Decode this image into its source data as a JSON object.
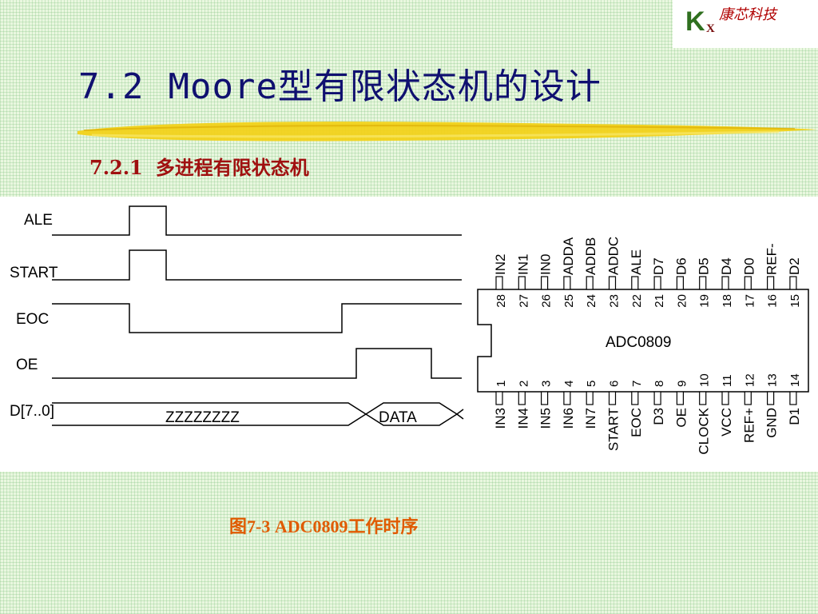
{
  "logo": {
    "mark": "K",
    "sub": "X",
    "brand": "康芯科技"
  },
  "title": {
    "number": "7.2",
    "text": "Moore型有限状态机的设计"
  },
  "subtitle": {
    "number": "7.2.1",
    "text": "多进程有限状态机"
  },
  "timing": {
    "signals": [
      "ALE",
      "START",
      "EOC",
      "OE",
      "D[7..0]"
    ],
    "bus_values": [
      "ZZZZZZZZ",
      "DATA"
    ]
  },
  "chip": {
    "name": "ADC0809",
    "top_pins": [
      {
        "num": "28",
        "label": "IN2"
      },
      {
        "num": "27",
        "label": "IN1"
      },
      {
        "num": "26",
        "label": "IN0"
      },
      {
        "num": "25",
        "label": "ADDA"
      },
      {
        "num": "24",
        "label": "ADDB"
      },
      {
        "num": "23",
        "label": "ADDC"
      },
      {
        "num": "22",
        "label": "ALE"
      },
      {
        "num": "21",
        "label": "D7"
      },
      {
        "num": "20",
        "label": "D6"
      },
      {
        "num": "19",
        "label": "D5"
      },
      {
        "num": "18",
        "label": "D4"
      },
      {
        "num": "17",
        "label": "D0"
      },
      {
        "num": "16",
        "label": "REF-"
      },
      {
        "num": "15",
        "label": "D2"
      }
    ],
    "bottom_pins": [
      {
        "num": "1",
        "label": "IN3"
      },
      {
        "num": "2",
        "label": "IN4"
      },
      {
        "num": "3",
        "label": "IN5"
      },
      {
        "num": "4",
        "label": "IN6"
      },
      {
        "num": "5",
        "label": "IN7"
      },
      {
        "num": "6",
        "label": "START"
      },
      {
        "num": "7",
        "label": "EOC"
      },
      {
        "num": "8",
        "label": "D3"
      },
      {
        "num": "9",
        "label": "OE"
      },
      {
        "num": "10",
        "label": "CLOCK"
      },
      {
        "num": "11",
        "label": "VCC"
      },
      {
        "num": "12",
        "label": "REF+"
      },
      {
        "num": "13",
        "label": "GND"
      },
      {
        "num": "14",
        "label": "D1"
      }
    ]
  },
  "caption": "图7-3  ADC0809工作时序",
  "colors": {
    "title": "#101070",
    "subtitle": "#a01010",
    "caption": "#e05a00",
    "brush": "#f2d21a",
    "line": "#000000"
  }
}
